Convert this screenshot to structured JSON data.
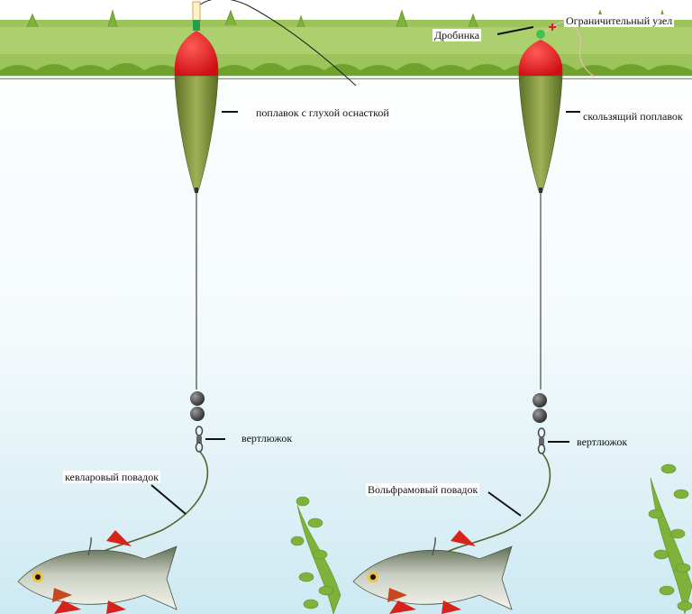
{
  "left_panel": {
    "labels": {
      "float": "поплавок с глухой оснасткой",
      "swivel": "вертлюжок",
      "leader": "кевларовый повадок"
    }
  },
  "right_panel": {
    "labels": {
      "shot": "Дробинка",
      "stopper_knot": "Ограничительный узел",
      "float": "скользящий поплавок",
      "swivel": "вертлюжок",
      "leader": "Вольфрамовый повадок"
    }
  },
  "colors": {
    "water_top": "#ffffff",
    "water_bottom": "#d2ecf3",
    "grass": "#7fb23a",
    "float_cap": "#e0161d",
    "float_body": "#7a8f3c",
    "line": "#222222",
    "weight": "#3b3b3b",
    "fish_fin": "#d8231b"
  }
}
